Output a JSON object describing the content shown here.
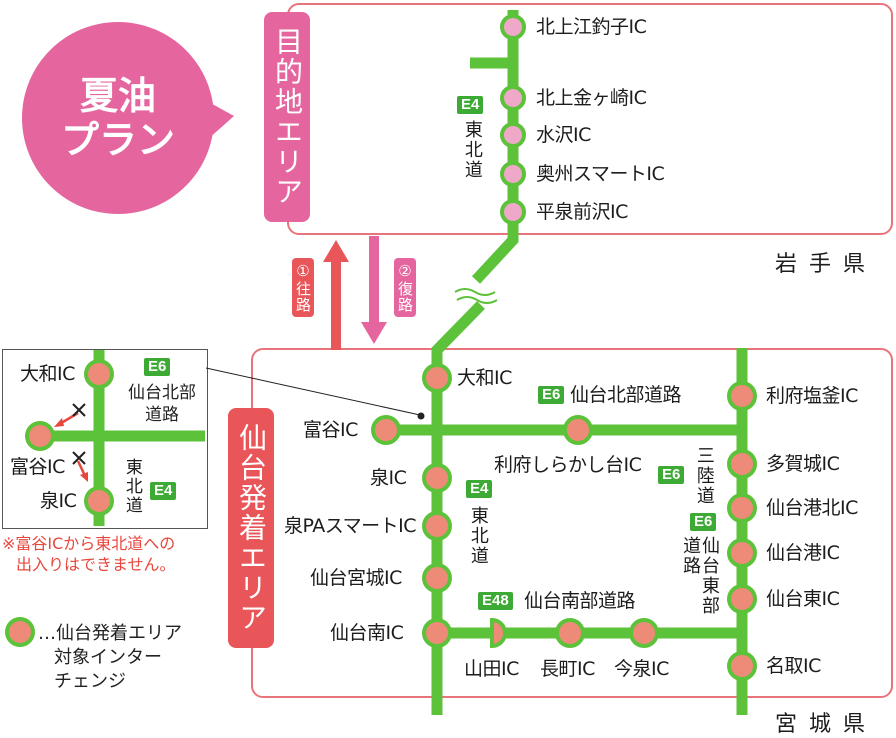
{
  "plan_title": [
    "夏油",
    "プラン"
  ],
  "destination_area": "目的地エリア",
  "departure_area": "仙台発着エリア",
  "prefectures": {
    "top": "岩手県",
    "bottom": "宮城県"
  },
  "routes": {
    "outbound": {
      "num": "①",
      "label": "往路"
    },
    "return": {
      "num": "②",
      "label": "復路"
    }
  },
  "highways": {
    "tohoku_top": {
      "code": "E4",
      "name": "東北道"
    },
    "tohoku_main": {
      "code": "E4",
      "name": "東北道"
    },
    "sendai_north": {
      "code": "E6",
      "name": "仙台北部道路"
    },
    "sendai_south": {
      "code": "E48",
      "name": "仙台南部道路"
    },
    "sanriku": {
      "code": "E6",
      "name": "三陸道"
    },
    "sendai_east": {
      "name": "仙台東部道路"
    }
  },
  "iwate_ics": [
    "北上江釣子IC",
    "北上金ヶ崎IC",
    "水沢IC",
    "奥州スマートIC",
    "平泉前沢IC"
  ],
  "miyagi_ics": {
    "tohoku": [
      "大和IC",
      "泉IC",
      "泉PAスマートIC",
      "仙台宮城IC",
      "仙台南IC"
    ],
    "north": [
      "富谷IC",
      "利府しらかし台IC"
    ],
    "east": [
      "利府塩釜IC",
      "多賀城IC",
      "仙台港北IC",
      "仙台港IC",
      "仙台東IC",
      "名取IC"
    ],
    "south": [
      "山田IC",
      "長町IC",
      "今泉IC"
    ]
  },
  "inset": {
    "ics": [
      "大和IC",
      "富谷IC",
      "泉IC"
    ],
    "north_road": {
      "code": "E6",
      "name": "仙台北部道路"
    },
    "tohoku": {
      "code": "E4",
      "name": "東北道"
    },
    "note": [
      "※富谷ICから東北道への",
      "出入りはできません。"
    ]
  },
  "legend": {
    "text": [
      "…仙台発着エリア",
      "対象インター",
      "チェンジ"
    ]
  },
  "colors": {
    "road": "#5cc23a",
    "ic_dest": "#f0a8c8",
    "ic_dep": "#ed8b78",
    "dest_tag": "#e5669e",
    "dep_tag": "#e8565a",
    "note": "#e8473d"
  }
}
